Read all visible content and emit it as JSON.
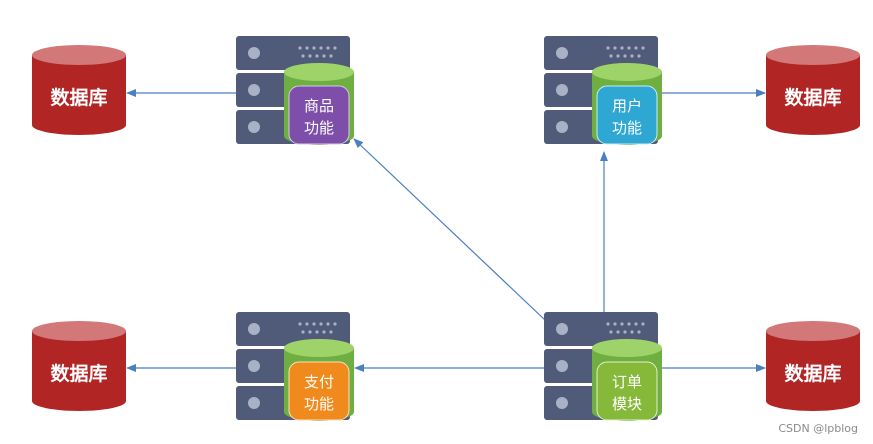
{
  "databases": [
    {
      "label": "数据库"
    },
    {
      "label": "数据库"
    },
    {
      "label": "数据库"
    },
    {
      "label": "数据库"
    }
  ],
  "services": [
    {
      "line1": "商品",
      "line2": "功能"
    },
    {
      "line1": "用户",
      "line2": "功能"
    },
    {
      "line1": "支付",
      "line2": "功能"
    },
    {
      "line1": "订单",
      "line2": "模块"
    }
  ],
  "watermark": "CSDN @lpblog",
  "colors": {
    "database": "#b12525",
    "database_top": "#d27878",
    "server": "#4f5b78",
    "cylinder": "#7cc04a",
    "arrow": "#4a7fc0",
    "badge_product": "#7e4fa8",
    "badge_user": "#2ea7d2",
    "badge_payment": "#f08a1c",
    "badge_order": "#86b83a"
  }
}
